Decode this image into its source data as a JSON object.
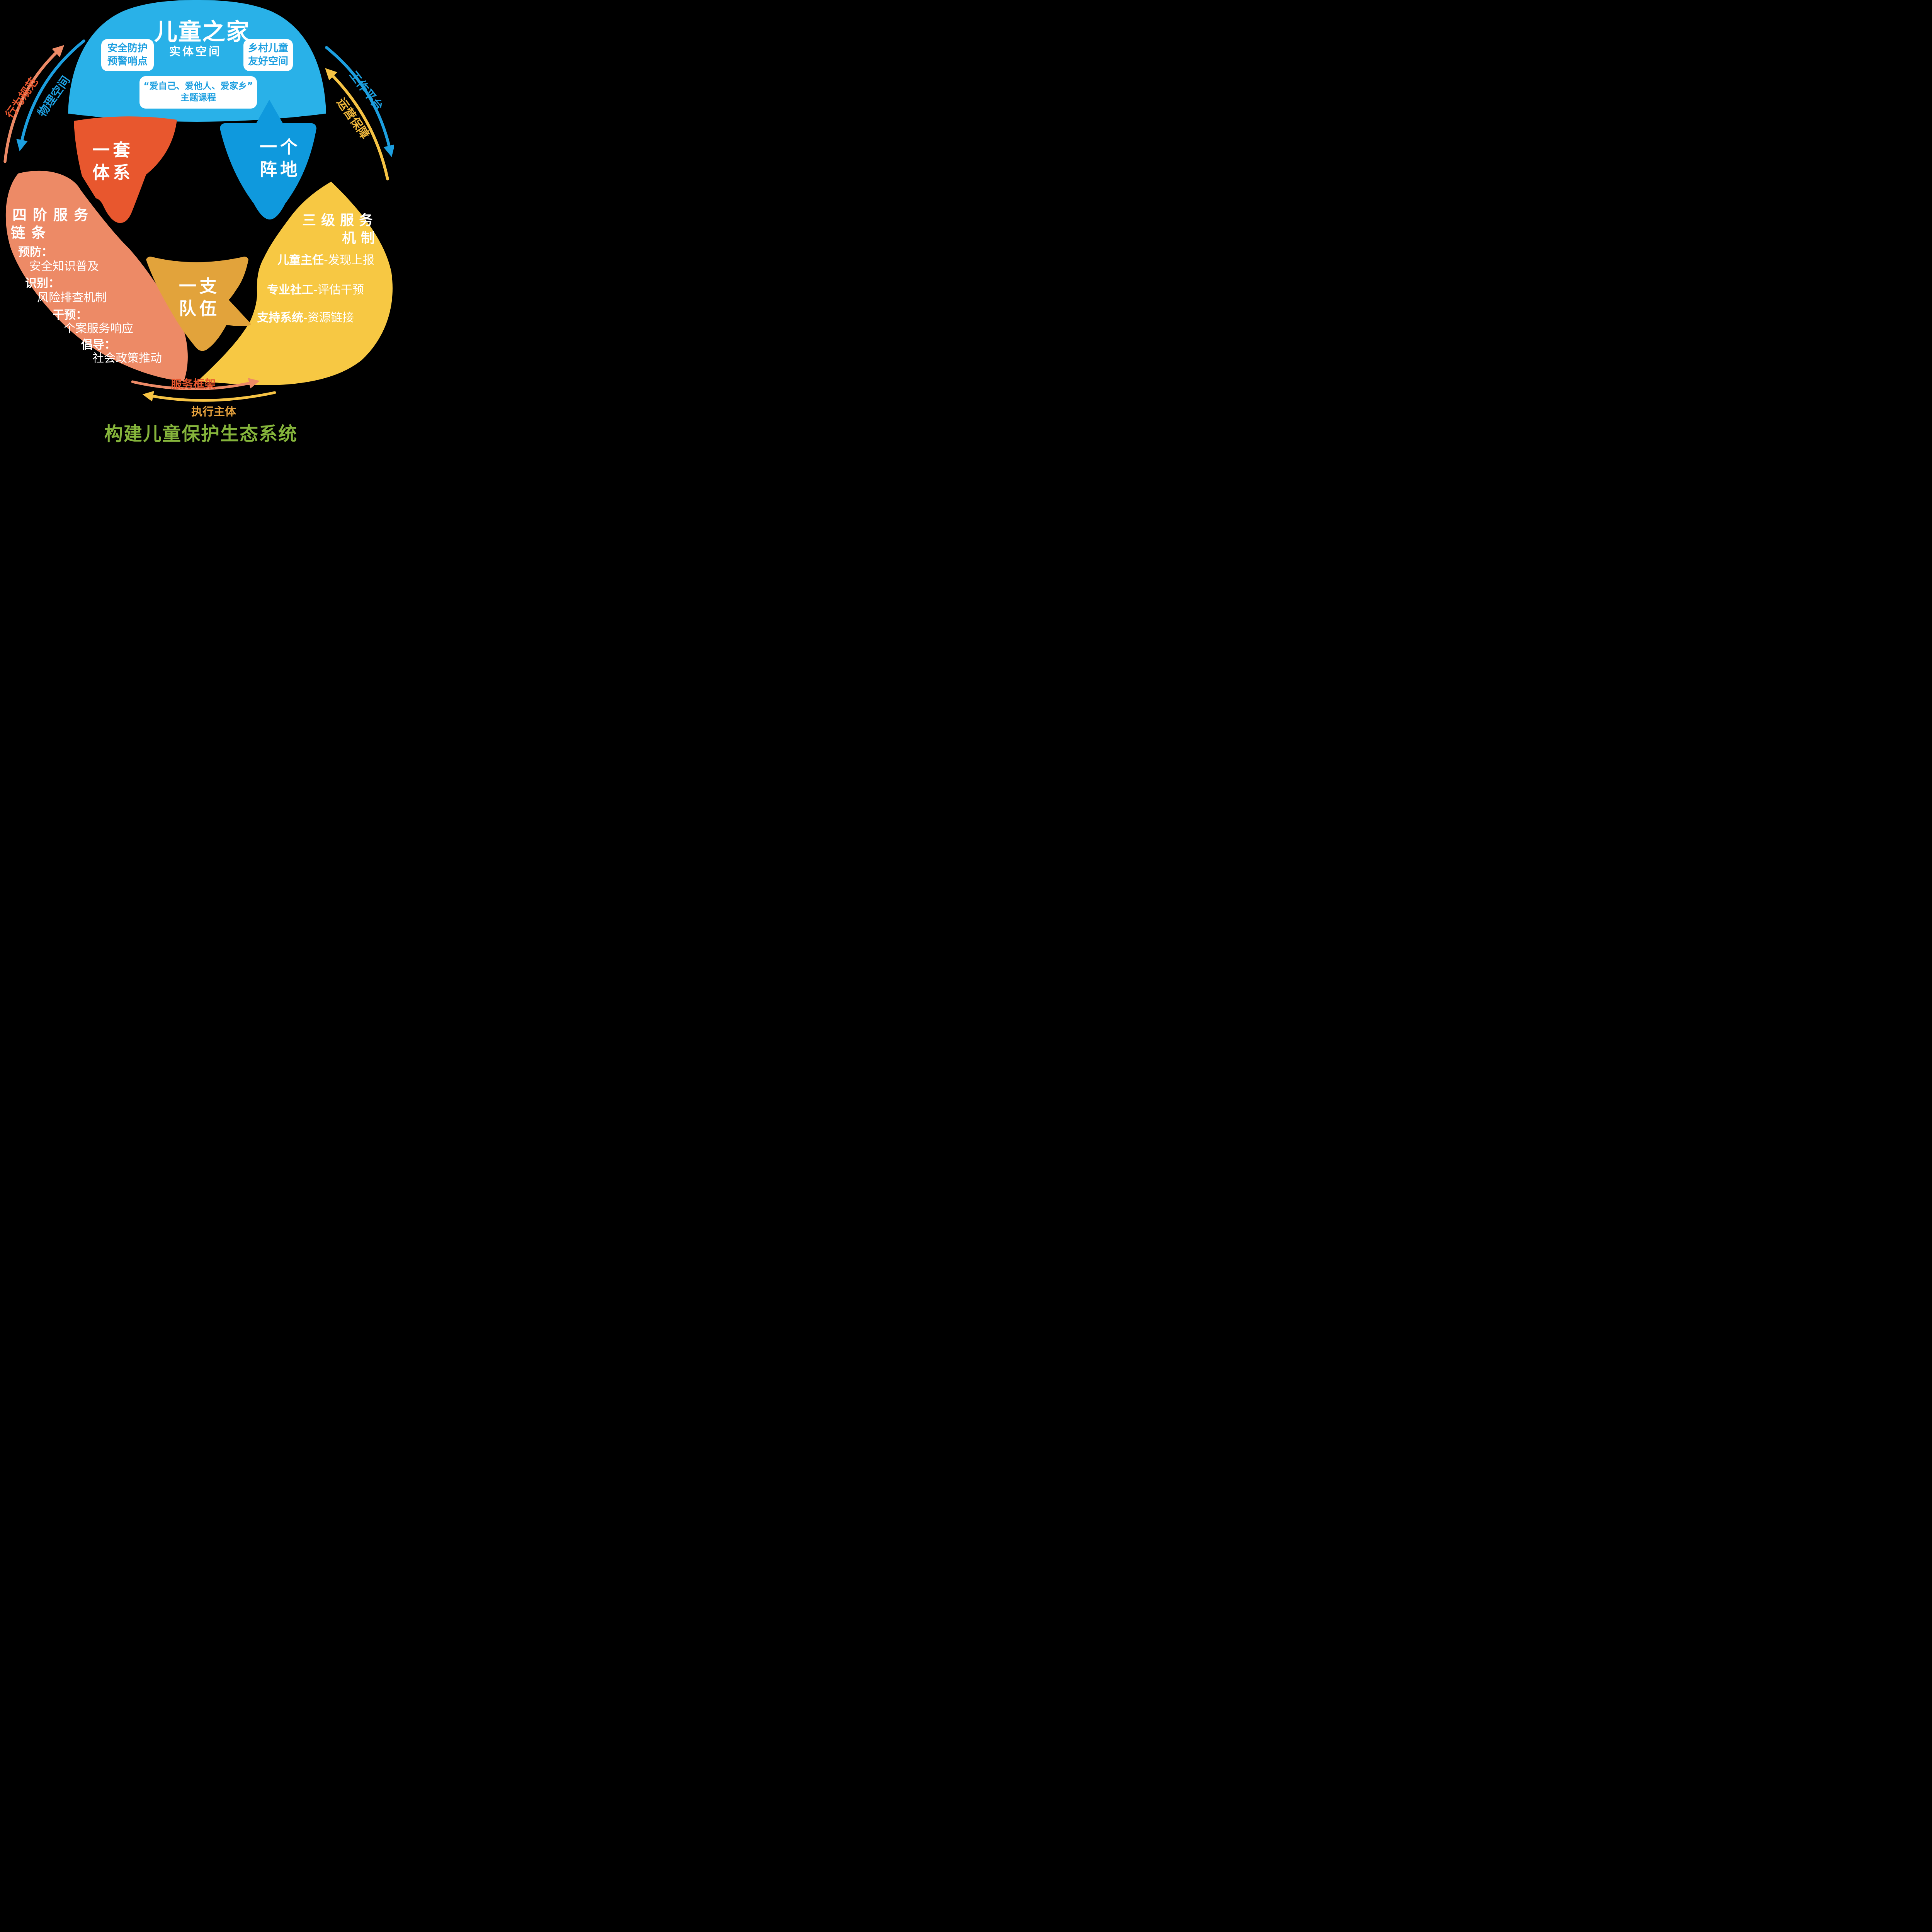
{
  "page_title": "构建儿童保护生态系统",
  "colors": {
    "background": "#000000",
    "dome_blue": "#29B1E8",
    "deep_blue": "#0F99DD",
    "red_orange": "#E8572E",
    "salmon": "#ED8A66",
    "bright_yellow": "#F7C843",
    "gold": "#E2A33B",
    "arrow_blue": "#1C9FE0",
    "arrow_yellow": "#F6C344",
    "green_title": "#85B43B",
    "box_text_blue": "#1C9FE0"
  },
  "dome": {
    "title": "儿童之家",
    "subtitle": "实体空间",
    "left_box": {
      "line1": "安全防护",
      "line2": "预警哨点"
    },
    "right_box": {
      "line1": "乡村儿童",
      "line2": "友好空间"
    },
    "course_box": {
      "line1": "“爱自己、爱他人、爱家乡”",
      "line2": "主题课程"
    }
  },
  "badges": {
    "system": {
      "line1": "一套",
      "line2": "体系"
    },
    "base": {
      "line1": "一个",
      "line2": "阵地"
    },
    "team": {
      "line1": "一支",
      "line2": "队伍"
    }
  },
  "left_panel": {
    "title": {
      "line1": "四阶服务",
      "line2": "链条"
    },
    "items": [
      {
        "label": "预防：",
        "desc": "安全知识普及"
      },
      {
        "label": "识别：",
        "desc": "风险排查机制"
      },
      {
        "label": "干预：",
        "desc": "个案服务响应"
      },
      {
        "label": "倡导：",
        "desc": "社会政策推动"
      }
    ]
  },
  "right_panel": {
    "title": {
      "line1": "三级服务",
      "line2": "机制"
    },
    "items": [
      {
        "head": "儿童主任",
        "tail": "-发现上报"
      },
      {
        "head": "专业社工",
        "tail": "-评估干预"
      },
      {
        "head": "支持系统",
        "tail": "-资源链接"
      }
    ]
  },
  "arrow_labels": {
    "behavior_norms": "行为规范",
    "physical_space": "物理空间",
    "work_platform": "工作平台",
    "operation_support": "运营保障",
    "service_framework": "服务框架",
    "executing_body": "执行主体"
  }
}
